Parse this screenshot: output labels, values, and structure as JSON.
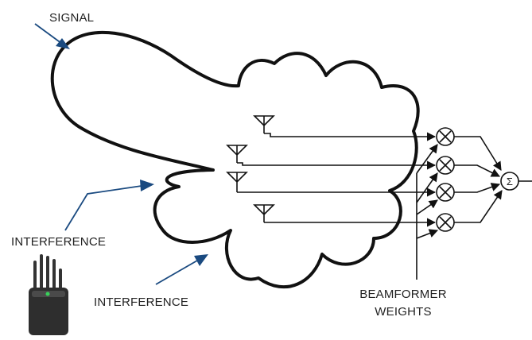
{
  "labels": {
    "signal": "SIGNAL",
    "interference_1": "INTERFERENCE",
    "interference_2": "INTERFERENCE",
    "beamformer_line1": "BEAMFORMER",
    "beamformer_line2": "WEIGHTS",
    "sum_symbol": "Σ",
    "multiply_symbol": "⊗"
  },
  "colors": {
    "outline": "#111111",
    "callout_arrow": "#1a4a80",
    "jammer_body": "#2e2e2e",
    "jammer_led": "#38d05a"
  },
  "icons": {
    "antenna": "antenna-icon",
    "multiplier": "multiplier-icon",
    "summer": "summer-icon",
    "jammer": "jammer-device-image"
  },
  "counts": {
    "antennas": 4,
    "multipliers": 4
  }
}
